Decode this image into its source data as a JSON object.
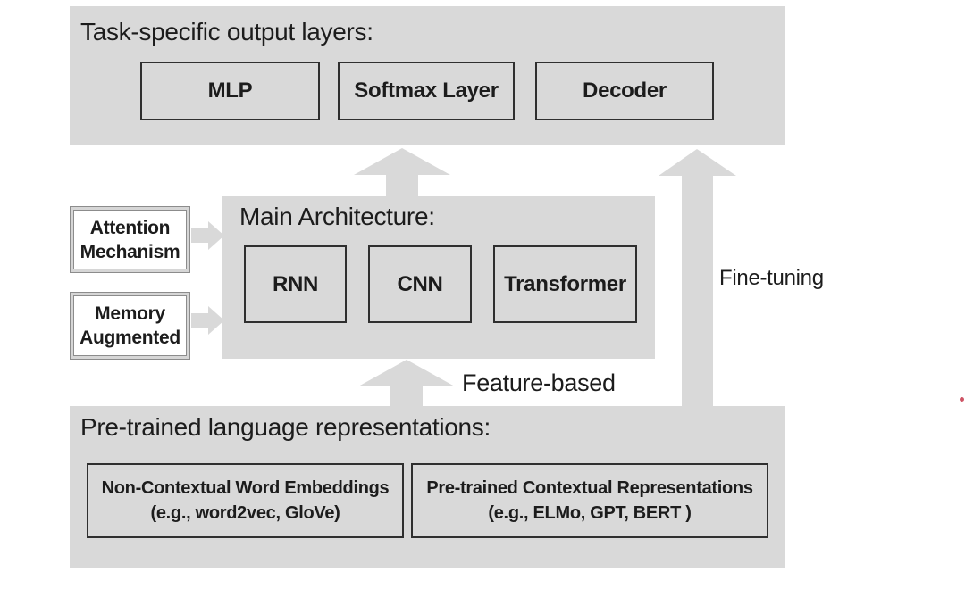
{
  "diagram": {
    "task_layer": {
      "title": "Task-specific output layers:",
      "boxes": [
        "MLP",
        "Softmax Layer",
        "Decoder"
      ]
    },
    "main_arch": {
      "title": "Main Architecture:",
      "boxes": [
        "RNN",
        "CNN",
        "Transformer"
      ]
    },
    "side_modules": [
      {
        "line1": "Attention",
        "line2": "Mechanism"
      },
      {
        "line1": "Memory",
        "line2": "Augmented"
      }
    ],
    "pretrained": {
      "title": "Pre-trained language representations:",
      "boxes": [
        {
          "line1": "Non-Contextual Word Embeddings",
          "line2": "(e.g., word2vec, GloVe)"
        },
        {
          "line1": "Pre-trained Contextual Representations",
          "line2": "(e.g., ELMo, GPT, BERT )"
        }
      ]
    },
    "labels": {
      "fine_tuning": "Fine-tuning",
      "feature_based": "Feature-based"
    },
    "colors": {
      "panel_gray": "#d9d9d9",
      "arrow_gray": "#d9d9d9",
      "node_border": "#2f2f2f",
      "module_border": "#8c8c8c",
      "text": "#1c1c1c",
      "artifact_red": "#c5364a"
    }
  }
}
